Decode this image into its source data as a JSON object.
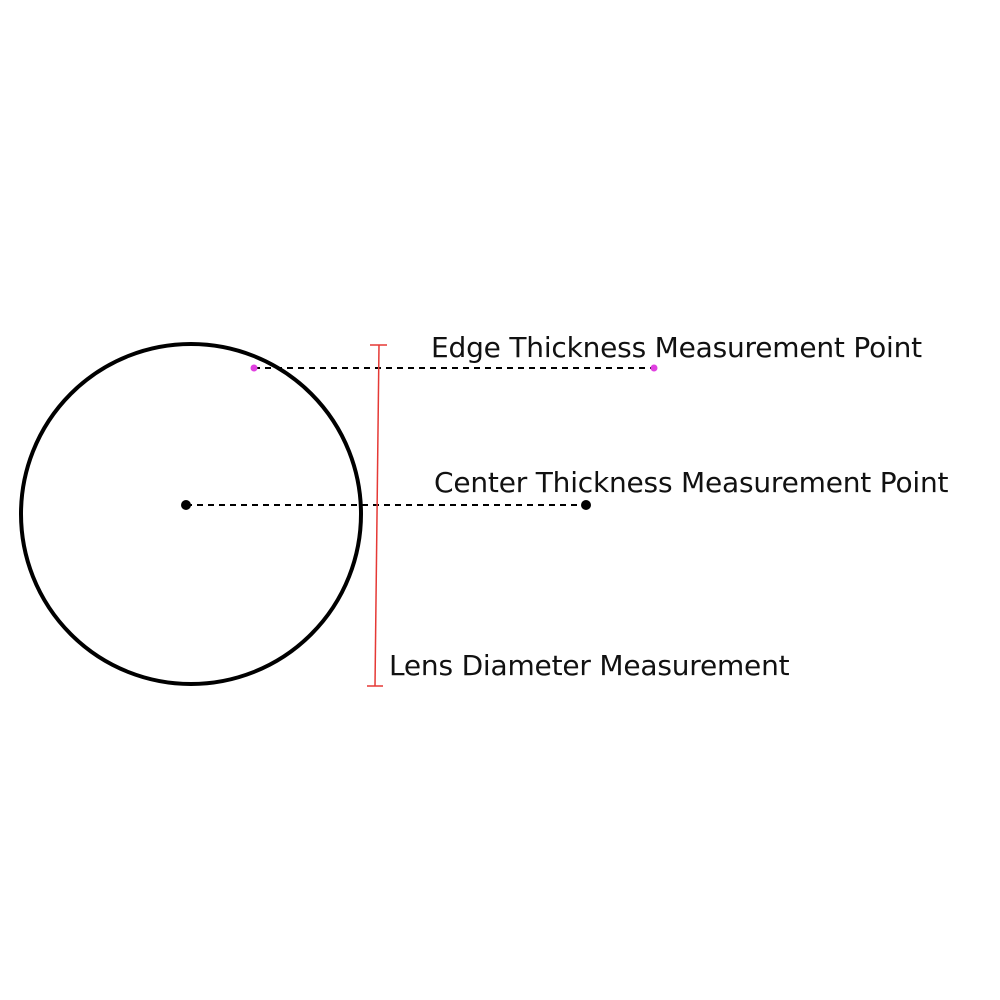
{
  "labels": {
    "edge_point": "Edge Thickness Measurement Point",
    "center_point": "Center Thickness Measurement Point",
    "lens_diameter": "Lens Diameter Measurement"
  },
  "colors": {
    "background": "#ffffff",
    "lens_outline": "#000000",
    "leader_line": "#000000",
    "edge_marker": "#e040e0",
    "center_marker": "#000000",
    "diameter_bar": "#e53935",
    "text": "#111111"
  }
}
